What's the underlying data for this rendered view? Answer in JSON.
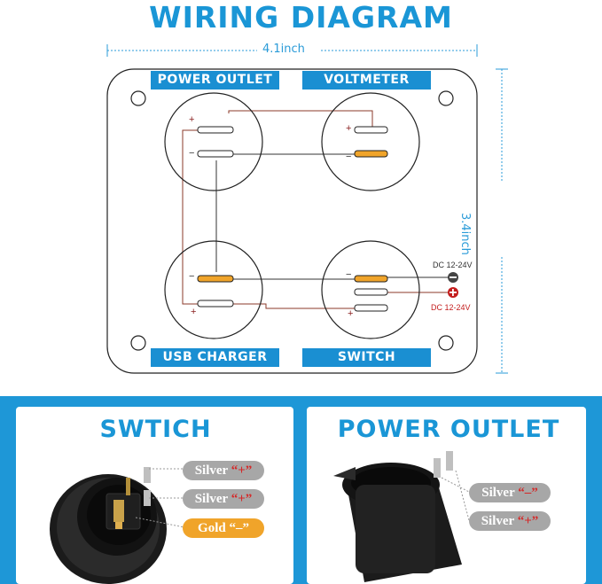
{
  "title": "WIRING DIAGRAM",
  "dimensions": {
    "width": "4.1inch",
    "height": "3.4inch"
  },
  "labels": {
    "power_outlet": "POWER OUTLET",
    "voltmeter": "VOLTMETER",
    "usb_charger": "USB CHARGER",
    "switch": "SWITCH"
  },
  "poles": {
    "plus": "+",
    "minus": "−"
  },
  "dc": {
    "negative": "DC 12-24V",
    "positive": "DC 12-24V"
  },
  "cards": {
    "switch": {
      "title": "SWTICH",
      "terminals": [
        {
          "metal": "Silver",
          "sign": "“+”"
        },
        {
          "metal": "Silver",
          "sign": "“+”"
        },
        {
          "metal": "Gold",
          "sign": "“–”"
        }
      ]
    },
    "power_outlet": {
      "title": "POWER OUTLET",
      "terminals": [
        {
          "metal": "Silver",
          "sign": "“–”"
        },
        {
          "metal": "Silver",
          "sign": "“+”"
        }
      ]
    }
  },
  "colors": {
    "brand_blue": "#1a8fd2",
    "gold": "#f0a42a",
    "silver": "#a7a7a7",
    "wire_red": "#8b3a2a",
    "wire_dark": "#333333"
  }
}
